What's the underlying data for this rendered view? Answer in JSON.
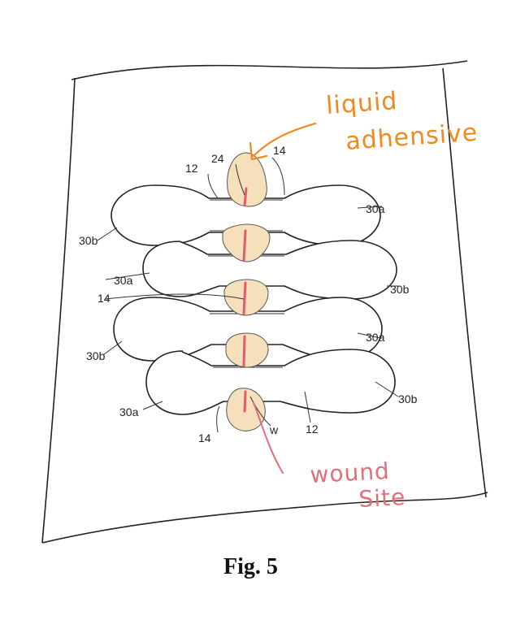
{
  "figure": {
    "caption": "Fig. 5"
  },
  "annotations": {
    "liquid_line1": "liquid",
    "liquid_line2": "adhensive",
    "wound_line1": "wound",
    "wound_line2": "Site"
  },
  "labels": {
    "l_24": "24",
    "l_14_top": "14",
    "l_12_top": "12",
    "l_30a_1": "30a",
    "l_30b_1": "30b",
    "l_30a_2": "30a",
    "l_30b_2": "30b",
    "l_14_mid": "14",
    "l_30a_3": "30a",
    "l_30b_3": "30b",
    "l_30a_4": "30a",
    "l_30b_4": "30b",
    "l_14_bot": "14",
    "l_w": "w",
    "l_12_bot": "12"
  },
  "colors": {
    "adhesive_fill": "#f6e0bc",
    "annotation_orange": "#f08a1e",
    "annotation_pink": "#e46e7a",
    "wound_line": "#e35a6b"
  }
}
